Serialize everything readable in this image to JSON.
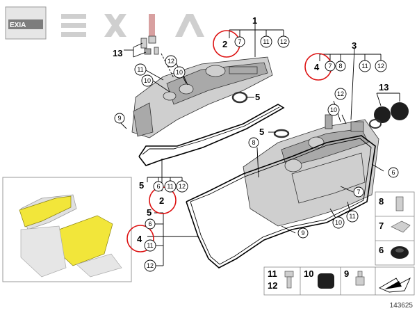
{
  "brand": {
    "logo_text": "EXIA",
    "wordmark": "EXIA"
  },
  "drawing_number": "143625",
  "callouts": {
    "c1": "1",
    "c2a": "2",
    "c2b": "2",
    "c3": "3",
    "c4a": "4",
    "c4b": "4",
    "c5a": "5",
    "c5b": "5",
    "c5c": "5",
    "c5d": "5",
    "c6a": "6",
    "c6b": "6",
    "c6c": "6",
    "c7a": "7",
    "c7b": "7",
    "c7c": "7",
    "c8a": "8",
    "c8b": "8",
    "c9a": "9",
    "c9b": "9",
    "c10a": "10",
    "c10b": "10",
    "c10c": "10",
    "c10d": "10",
    "c11a": "11",
    "c11b": "11",
    "c11c": "11",
    "c11d": "11",
    "c11e": "11",
    "c11f": "11",
    "c12a": "12",
    "c12b": "12",
    "c12c": "12",
    "c12d": "12",
    "c12e": "12",
    "c12f": "12",
    "c13a": "13",
    "c13b": "13"
  },
  "legend": {
    "l8": "8",
    "l7": "7",
    "l6": "6",
    "l11": "11",
    "l12": "12",
    "l10": "10",
    "l9": "9"
  },
  "colors": {
    "highlight_ring": "#d11111",
    "engine_highlight": "#f2e63a"
  }
}
